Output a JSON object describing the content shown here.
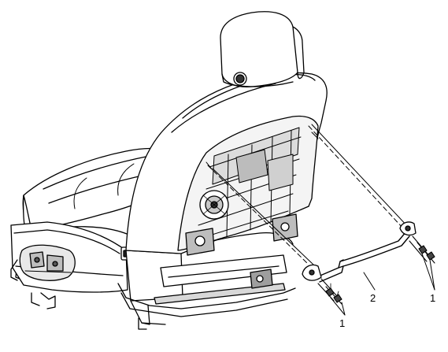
{
  "callouts": {
    "fastener_rod_left": "1",
    "retainer_wire": "2",
    "fastener_rod_right": "1"
  }
}
